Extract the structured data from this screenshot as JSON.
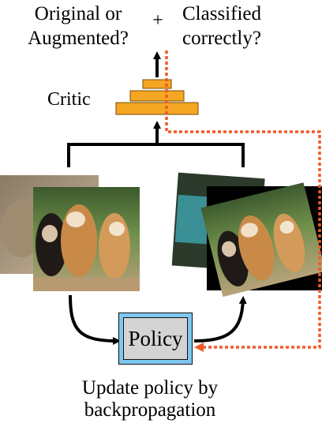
{
  "header": {
    "left_line1": "Original or",
    "left_line2": "Augmented?",
    "plus": "+",
    "right_line1": "Classified",
    "right_line2": "correctly?"
  },
  "critic": {
    "label": "Critic"
  },
  "policy": {
    "label": "Policy"
  },
  "footer": {
    "line1": "Update policy by",
    "line2": "backpropagation"
  },
  "colors": {
    "critic_fill": "#f5a623",
    "policy_border": "#7ec8ef",
    "policy_fill": "#d4d4d4",
    "gradient_line": "#f05a28",
    "arrow": "#000000"
  },
  "images": {
    "left": "original dog photos",
    "right": "augmented dog photos"
  }
}
